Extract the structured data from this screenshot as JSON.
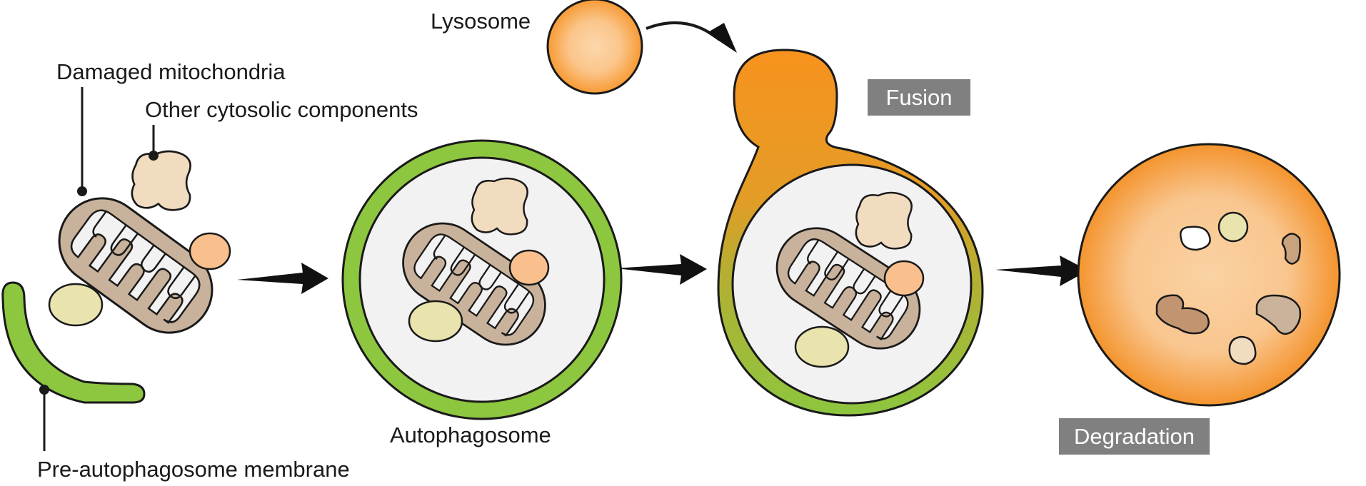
{
  "labels": {
    "lysosome": "Lysosome",
    "damaged_mitochondria": "Damaged mitochondria",
    "other_cytosolic": "Other cytosolic components",
    "pre_autophagosome_membrane": "Pre-autophagosome membrane",
    "autophagosome": "Autophagosome"
  },
  "stages": {
    "fusion": "Fusion",
    "degradation": "Degradation"
  },
  "colors": {
    "membrane_green": "#8DC63F",
    "lysosome_orange": "#F7931E",
    "lumen_gray": "#F2F2F2",
    "mito_brown": "#C9B29B",
    "cytosolic_beige": "#F2DCC0",
    "cytosolic_peach": "#F9C08E",
    "cytosolic_yellow": "#E9E3AE",
    "label_box_gray": "#808080"
  }
}
